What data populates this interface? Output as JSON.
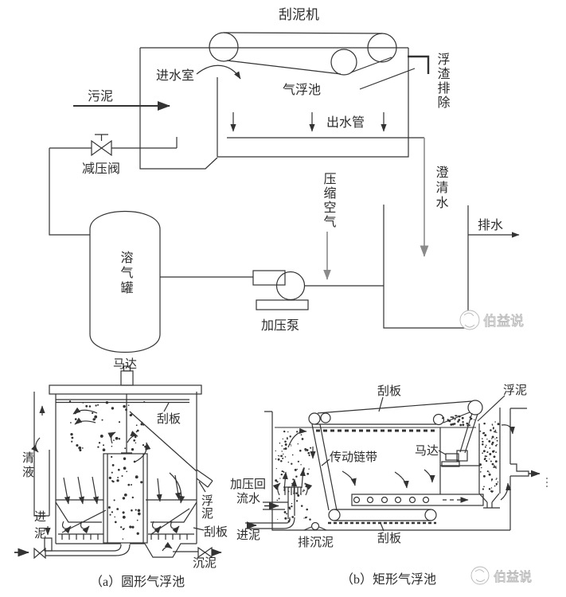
{
  "colors": {
    "line": "#333333",
    "gray_arrow": "#8a8a8a",
    "clarified_pipe_gray": "#999999",
    "watermark_gray": "#bfbfbf"
  },
  "flow_diagram": {
    "scraper_machine": "刮泥机",
    "inlet_chamber": "进水室",
    "sludge": "污泥",
    "flotation_tank": "气浮池",
    "scum_removal": "浮渣排除",
    "outlet_pipe": "出水管",
    "pressure_reducing_valve": "减压阀",
    "clarified_water": "澄清水",
    "compressed_air": "压缩空气",
    "drainage": "排水",
    "dissolved_air_tank": "溶气罐",
    "pressure_pump": "加压泵"
  },
  "tank_a": {
    "motor": "马达",
    "top_scraper": "刮板",
    "clear_liquid": "清液",
    "sludge_inlet": "进泥",
    "floating_sludge": "浮泥",
    "bottom_scraper": "刮板",
    "settled_sludge": "沉泥",
    "caption": "（a）圆形气浮池"
  },
  "tank_b": {
    "top_scraper": "刮板",
    "floating_sludge": "浮泥",
    "motor": "马达",
    "drive_chain": "传动链带",
    "pressurized_return_water_line1": "加压回",
    "pressurized_return_water_line2": "流水",
    "sludge_inlet": "进泥",
    "settled_sludge_drain": "排沉泥",
    "bottom_scraper": "刮板",
    "caption": "（b）矩形气浮池"
  },
  "watermark": {
    "brand": "伯益说"
  }
}
